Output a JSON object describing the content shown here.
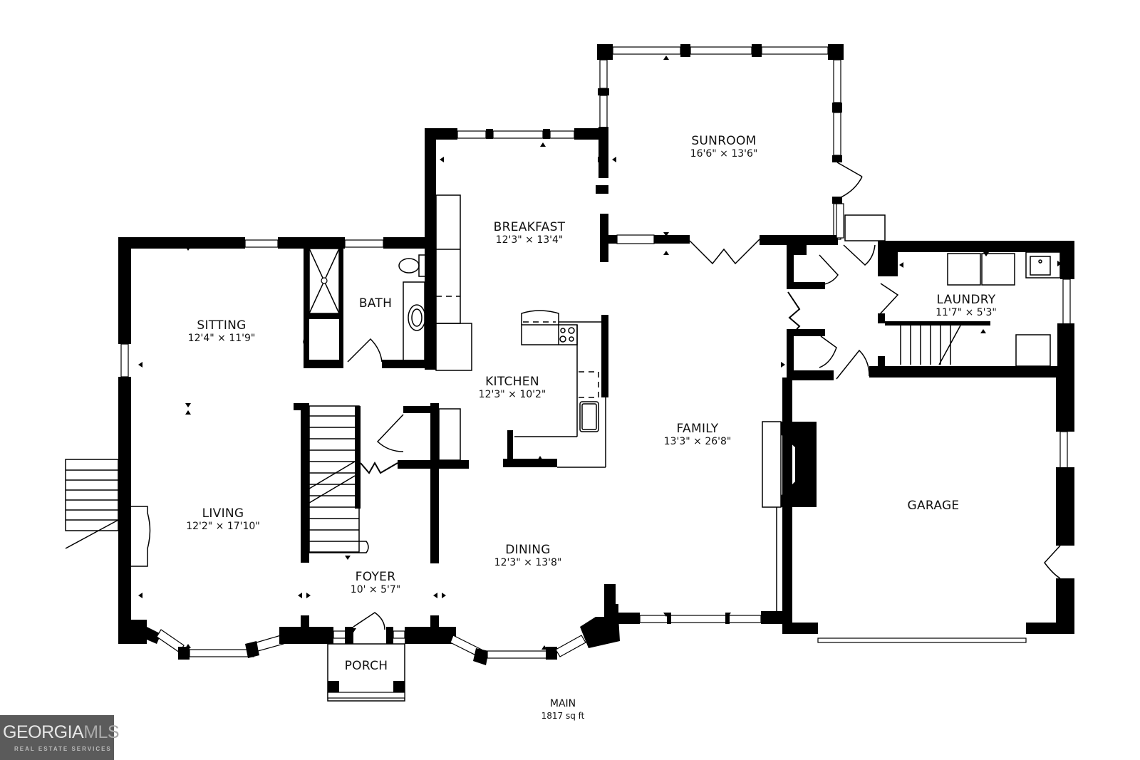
{
  "floor_plan": {
    "floor": {
      "name": "MAIN",
      "area": "1817 sq ft"
    },
    "rooms": [
      {
        "id": "sunroom",
        "name": "SUNROOM",
        "dims": "16'6\" × 13'6\""
      },
      {
        "id": "breakfast",
        "name": "BREAKFAST",
        "dims": "12'3\" × 13'4\""
      },
      {
        "id": "bath",
        "name": "BATH",
        "dims": ""
      },
      {
        "id": "sitting",
        "name": "SITTING",
        "dims": "12'4\" × 11'9\""
      },
      {
        "id": "kitchen",
        "name": "KITCHEN",
        "dims": "12'3\" × 10'2\""
      },
      {
        "id": "laundry",
        "name": "LAUNDRY",
        "dims": "11'7\" × 5'3\""
      },
      {
        "id": "family",
        "name": "FAMILY",
        "dims": "13'3\" × 26'8\""
      },
      {
        "id": "living",
        "name": "LIVING",
        "dims": "12'2\" × 17'10\""
      },
      {
        "id": "garage",
        "name": "GARAGE",
        "dims": ""
      },
      {
        "id": "dining",
        "name": "DINING",
        "dims": "12'3\" × 13'8\""
      },
      {
        "id": "foyer",
        "name": "FOYER",
        "dims": "10' × 5'7\""
      },
      {
        "id": "porch",
        "name": "PORCH",
        "dims": ""
      }
    ]
  },
  "branding": {
    "logo_main": "GEORGIA",
    "logo_accent": "MLS",
    "logo_sub": "REAL ESTATE SERVICES"
  },
  "colors": {
    "wall": "#000000",
    "background": "#ffffff",
    "logo_bg": "#5b5b5b"
  }
}
